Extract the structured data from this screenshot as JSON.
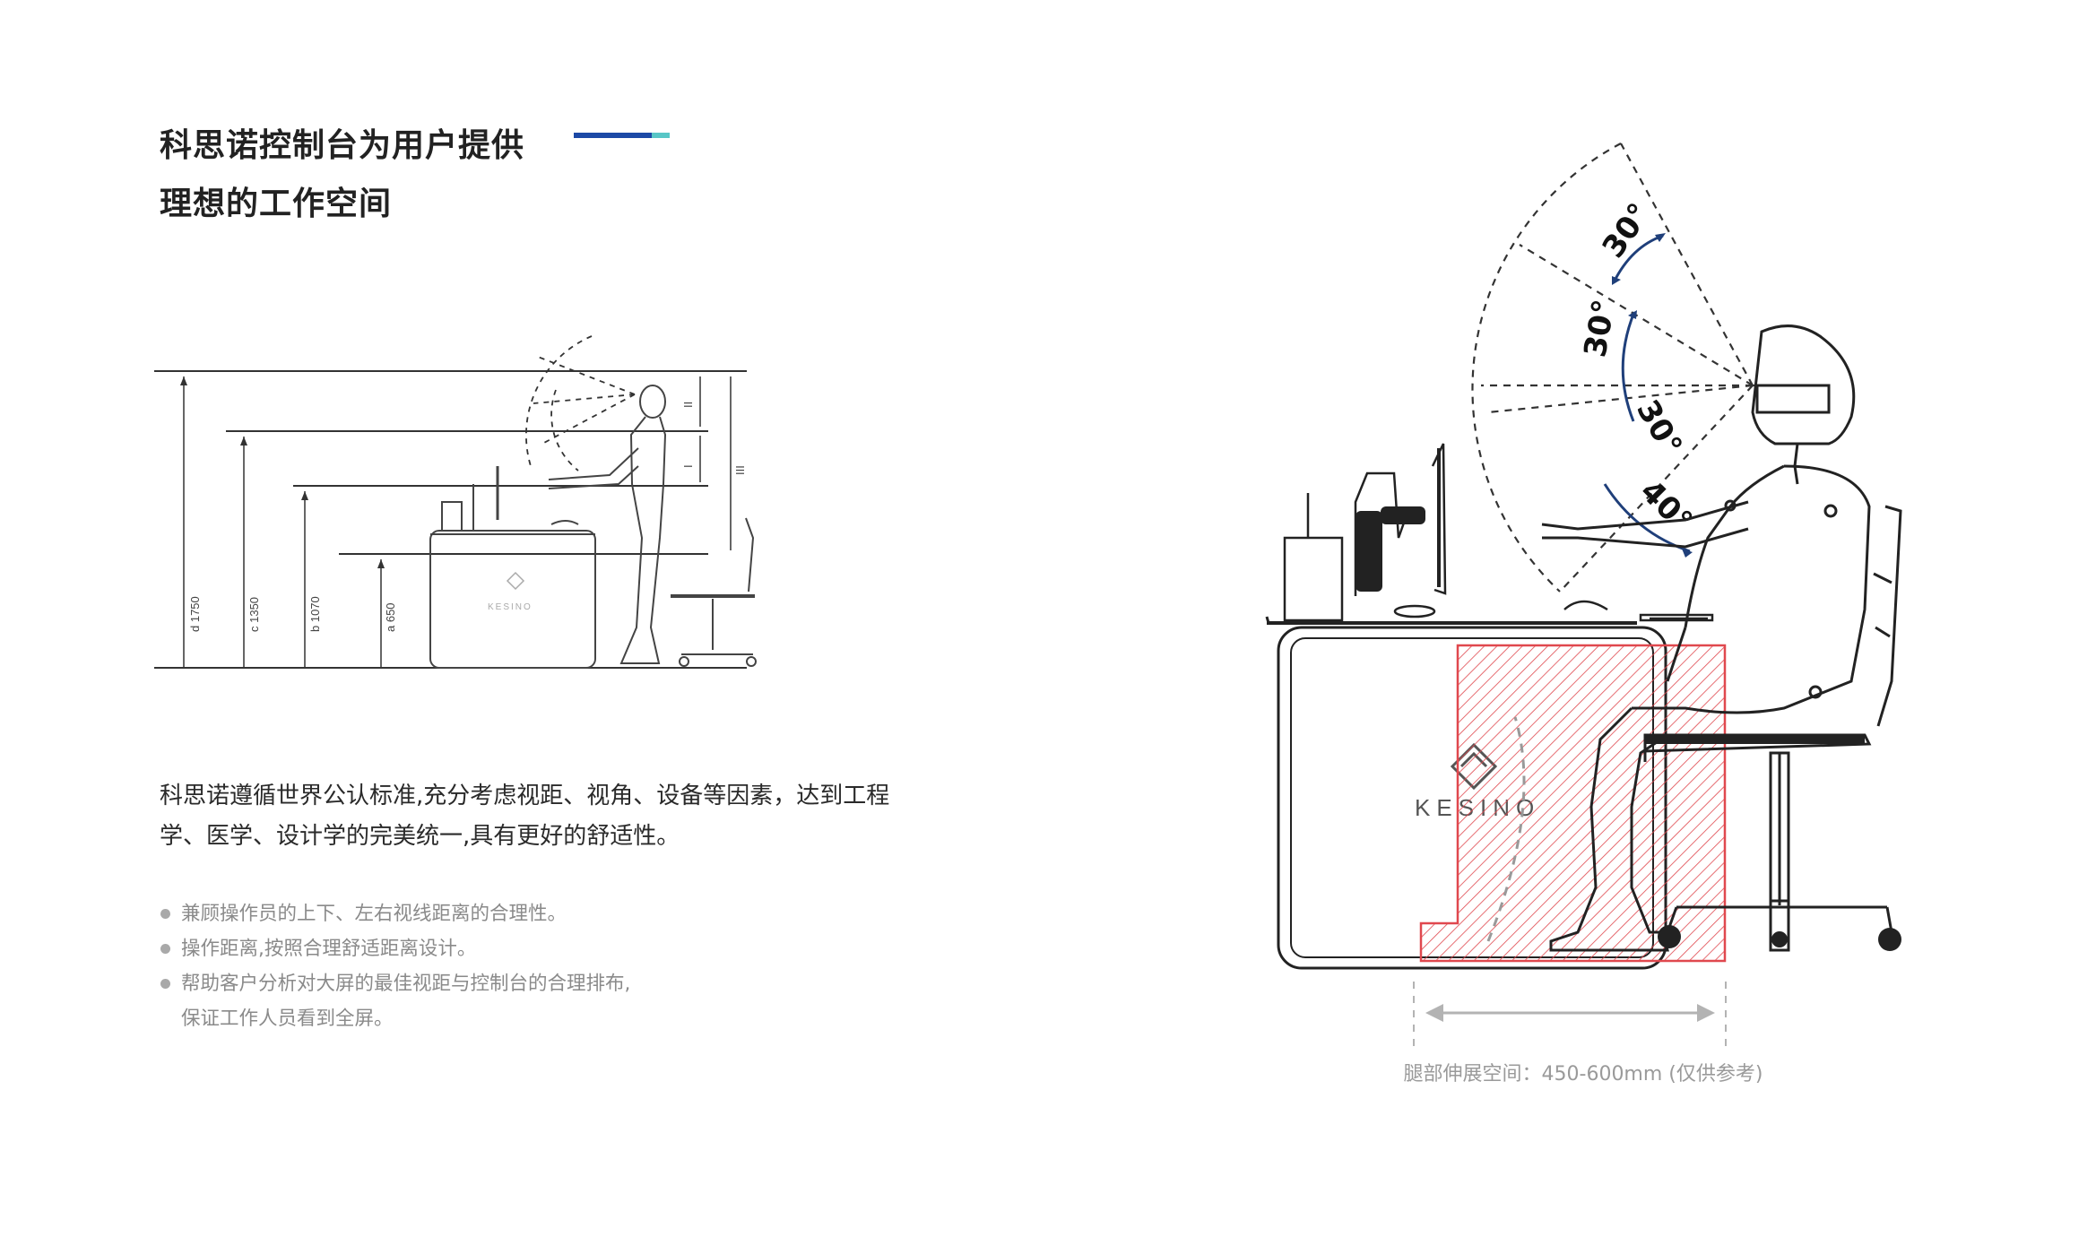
{
  "header": {
    "title_line1": "科思诺控制台为用户提供",
    "title_line2": "理想的工作空间",
    "accent_colors": [
      "#1c49a6",
      "#58c6c6"
    ]
  },
  "body": {
    "paragraph": "科思诺遵循世界公认标准,充分考虑视距、视角、设备等因素，达到工程学、医学、设计学的完美统一,具有更好的舒适性。",
    "bullets": [
      "兼顾操作员的上下、左右视线距离的合理性。",
      "操作距离,按照合理舒适距离设计。",
      "帮助客户分析对大屏的最佳视距与控制台的合理排布,",
      "保证工作人员看到全屏。"
    ]
  },
  "small_diagram": {
    "dimension_labels": [
      "d 1750",
      "c 1350",
      "b 1070",
      "a 650"
    ],
    "zone_labels": [
      "II",
      "I",
      "III"
    ],
    "brand": "KESINO"
  },
  "large_diagram": {
    "angles": [
      "30°",
      "30°",
      "30°",
      "40°"
    ],
    "brand": "KESINO",
    "caption": "腿部伸展空间：450-600mm (仅供参考)",
    "hatch_color": "#e0484e"
  }
}
